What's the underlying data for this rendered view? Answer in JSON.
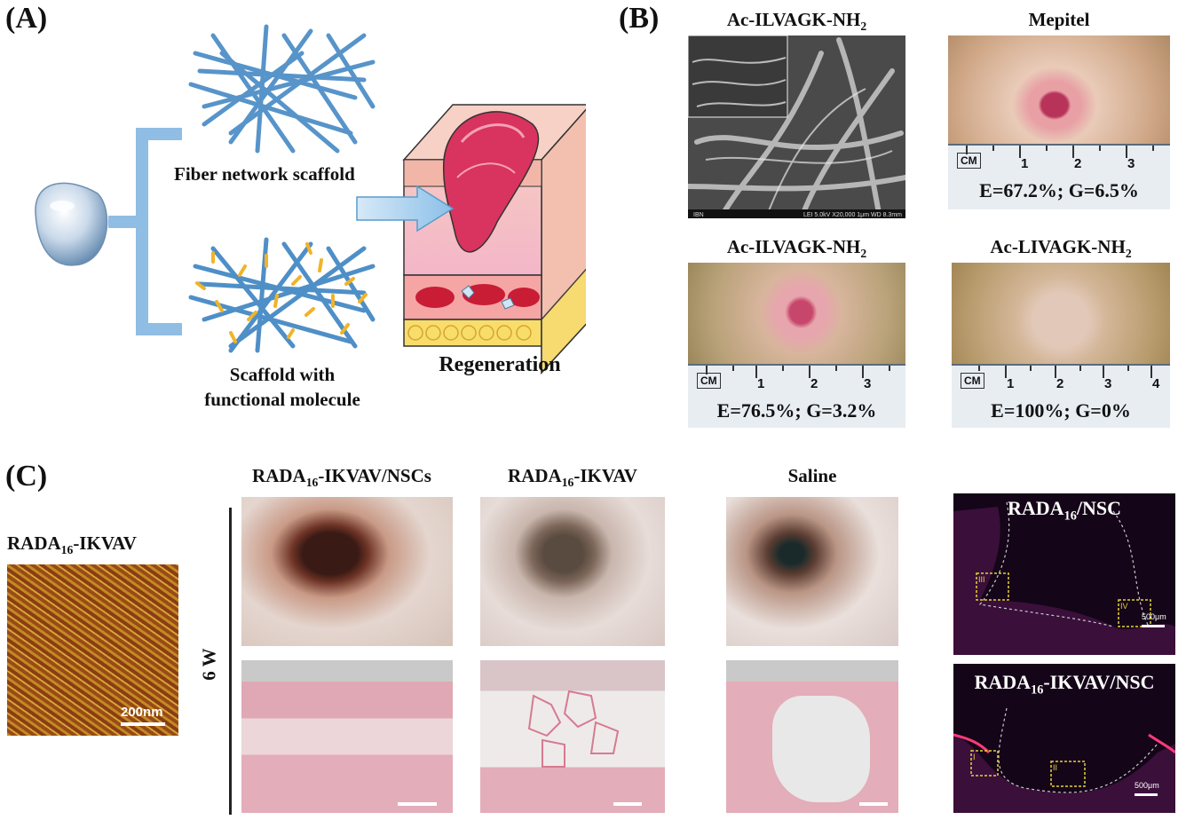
{
  "panels": {
    "a": {
      "letter": "(A)",
      "fiber_label": "Fiber network scaffold",
      "functional_label_1": "Scaffold with",
      "functional_label_2": "functional molecule",
      "regeneration_label": "Regeneration"
    },
    "b": {
      "letter": "(B)",
      "sem_title_main": "Ac-ILVAGK-NH",
      "sem_title_sub": "2",
      "sem_footer_left": "IBN",
      "sem_footer_right": "LEI  5.0kV  X20,000  1μm  WD 8.3mm",
      "mepitel_title": "Mepitel",
      "mepitel_metric": "E=67.2%; G=6.5%",
      "ilvagk_title_main": "Ac-ILVAGK-NH",
      "ilvagk_title_sub": "2",
      "ilvagk_metric": "E=76.5%; G=3.2%",
      "livagk_title_main": "Ac-LIVAGK-NH",
      "livagk_title_sub": "2",
      "livagk_metric": "E=100%; G=0%",
      "ruler_cm": "CM",
      "ruler_n1": "1",
      "ruler_n2": "2",
      "ruler_n3": "3",
      "ruler_n4": "4"
    },
    "c": {
      "letter": "(C)",
      "afm_title_main": "RADA",
      "afm_title_sub": "16",
      "afm_title_rest": "-IKVAV",
      "afm_scale": "200nm",
      "time_label": "6 W",
      "col1_main": "RADA",
      "col1_sub": "16",
      "col1_rest": "-IKVAV/NSCs",
      "col2_main": "RADA",
      "col2_sub": "16",
      "col2_rest": "-IKVAV",
      "col3": "Saline",
      "fl1_main": "RADA",
      "fl1_sub": "16",
      "fl1_rest": "/NSC",
      "fl2_main": "RADA",
      "fl2_sub": "16",
      "fl2_rest": "-IKVAV/NSC",
      "fl_scale": "500μm",
      "roi_1": "III",
      "roi_2": "IV",
      "roi_3": "I",
      "roi_4": "II"
    }
  },
  "colors": {
    "fiber": "#4f8fc7",
    "bracket": "#8fbde4",
    "molecule": "#f0b429",
    "tissue": "#f1b3c3",
    "wound": "#d9335f"
  }
}
